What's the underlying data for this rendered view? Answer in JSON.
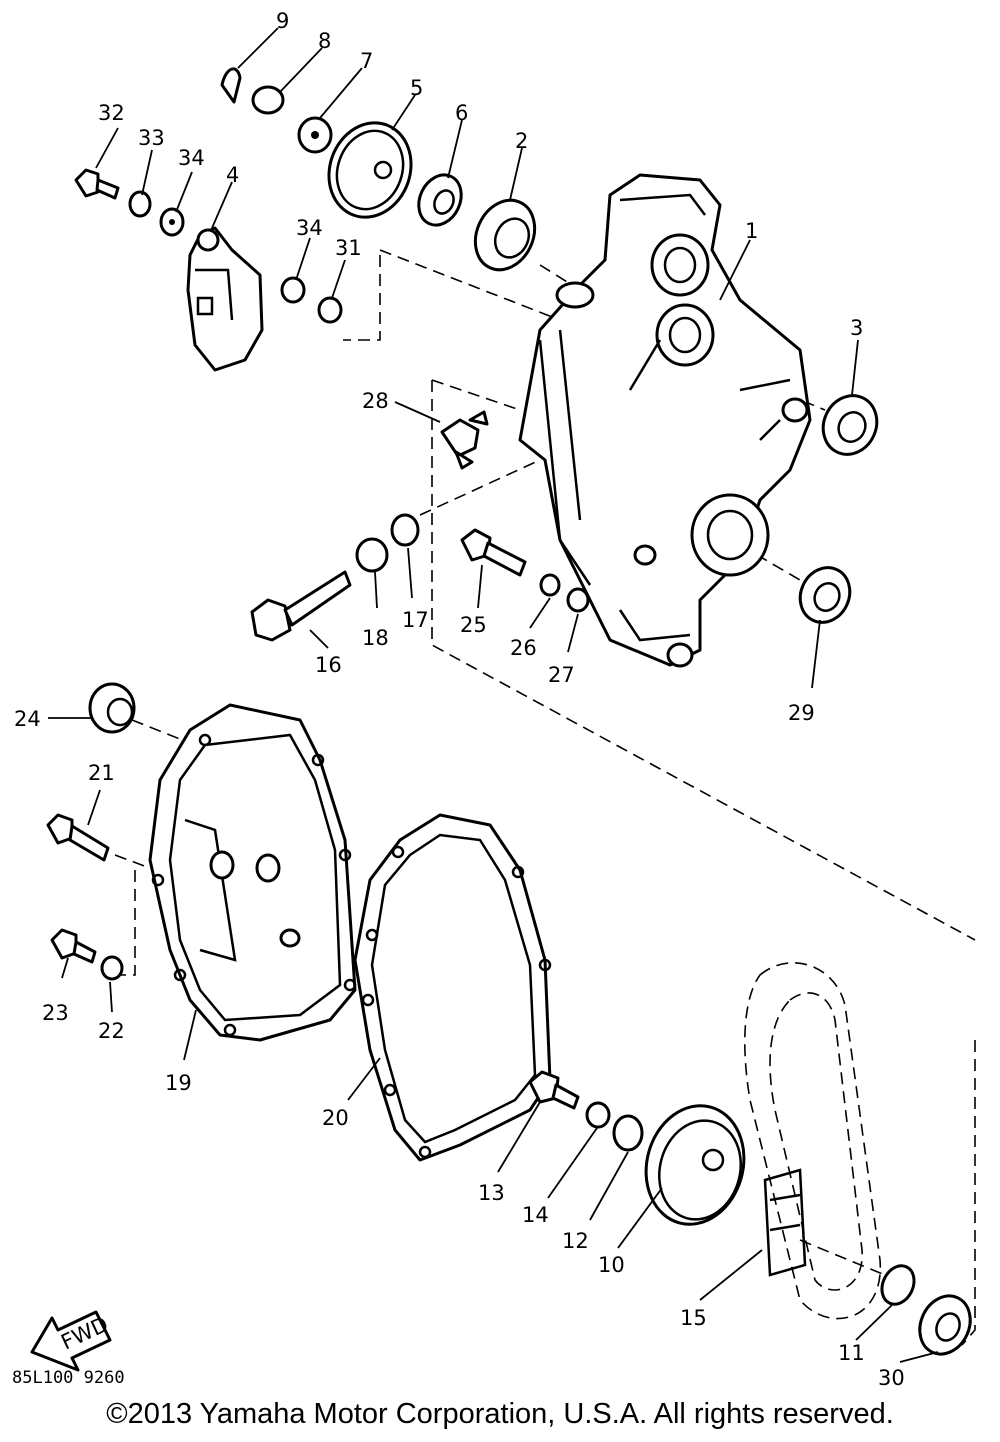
{
  "figure_code": "85L100 9260",
  "copyright": "©2013 Yamaha Motor Corporation, U.S.A. All rights reserved.",
  "fwd_label": "FWD",
  "callouts": [
    "1",
    "2",
    "3",
    "4",
    "5",
    "6",
    "7",
    "8",
    "9",
    "10",
    "11",
    "12",
    "13",
    "14",
    "15",
    "16",
    "17",
    "18",
    "19",
    "20",
    "21",
    "22",
    "23",
    "24",
    "25",
    "26",
    "27",
    "28",
    "29",
    "30",
    "31",
    "32",
    "33",
    "34",
    "34"
  ]
}
